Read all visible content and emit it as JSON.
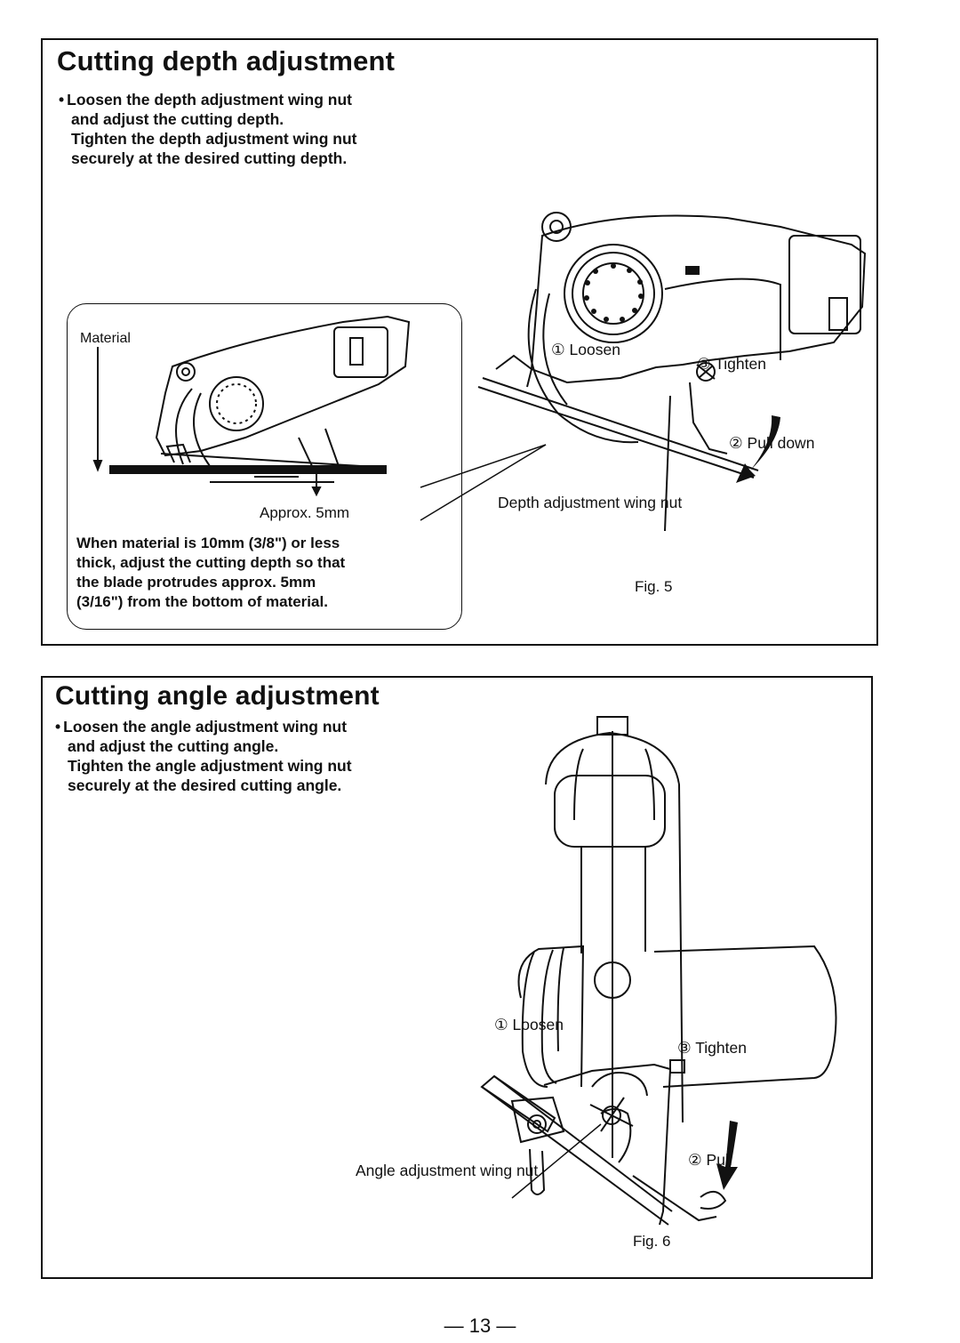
{
  "depth_section": {
    "title": "Cutting depth adjustment",
    "bullet_line1": "Loosen the depth adjustment wing nut",
    "bullet_line2": "and adjust the cutting depth.",
    "bullet_line3": "Tighten the depth adjustment wing nut",
    "bullet_line4": "securely at the desired cutting depth.",
    "inset": {
      "material_label": "Material",
      "approx_label": "Approx. 5mm",
      "note_line1": "When material is 10mm (3/8\") or less",
      "note_line2": "thick, adjust the cutting depth so that",
      "note_line3": "the blade protrudes approx. 5mm",
      "note_line4": "(3/16\") from the bottom of material."
    },
    "callouts": {
      "loosen": "① Loosen",
      "tighten": "③ Tighten",
      "pull_down": "② Pull down",
      "wing_nut": "Depth adjustment wing nut"
    },
    "figure_label": "Fig. 5"
  },
  "angle_section": {
    "title": "Cutting angle adjustment",
    "bullet_line1": "Loosen the angle adjustment wing nut",
    "bullet_line2": "and adjust the cutting angle.",
    "bullet_line3": "Tighten the angle adjustment wing nut",
    "bullet_line4": "securely at the desired cutting angle.",
    "callouts": {
      "loosen": "① Loosen",
      "tighten": "③ Tighten",
      "pull": "② Pull",
      "wing_nut": "Angle adjustment wing nut"
    },
    "figure_label": "Fig. 6"
  },
  "page_number": "— 13 —"
}
